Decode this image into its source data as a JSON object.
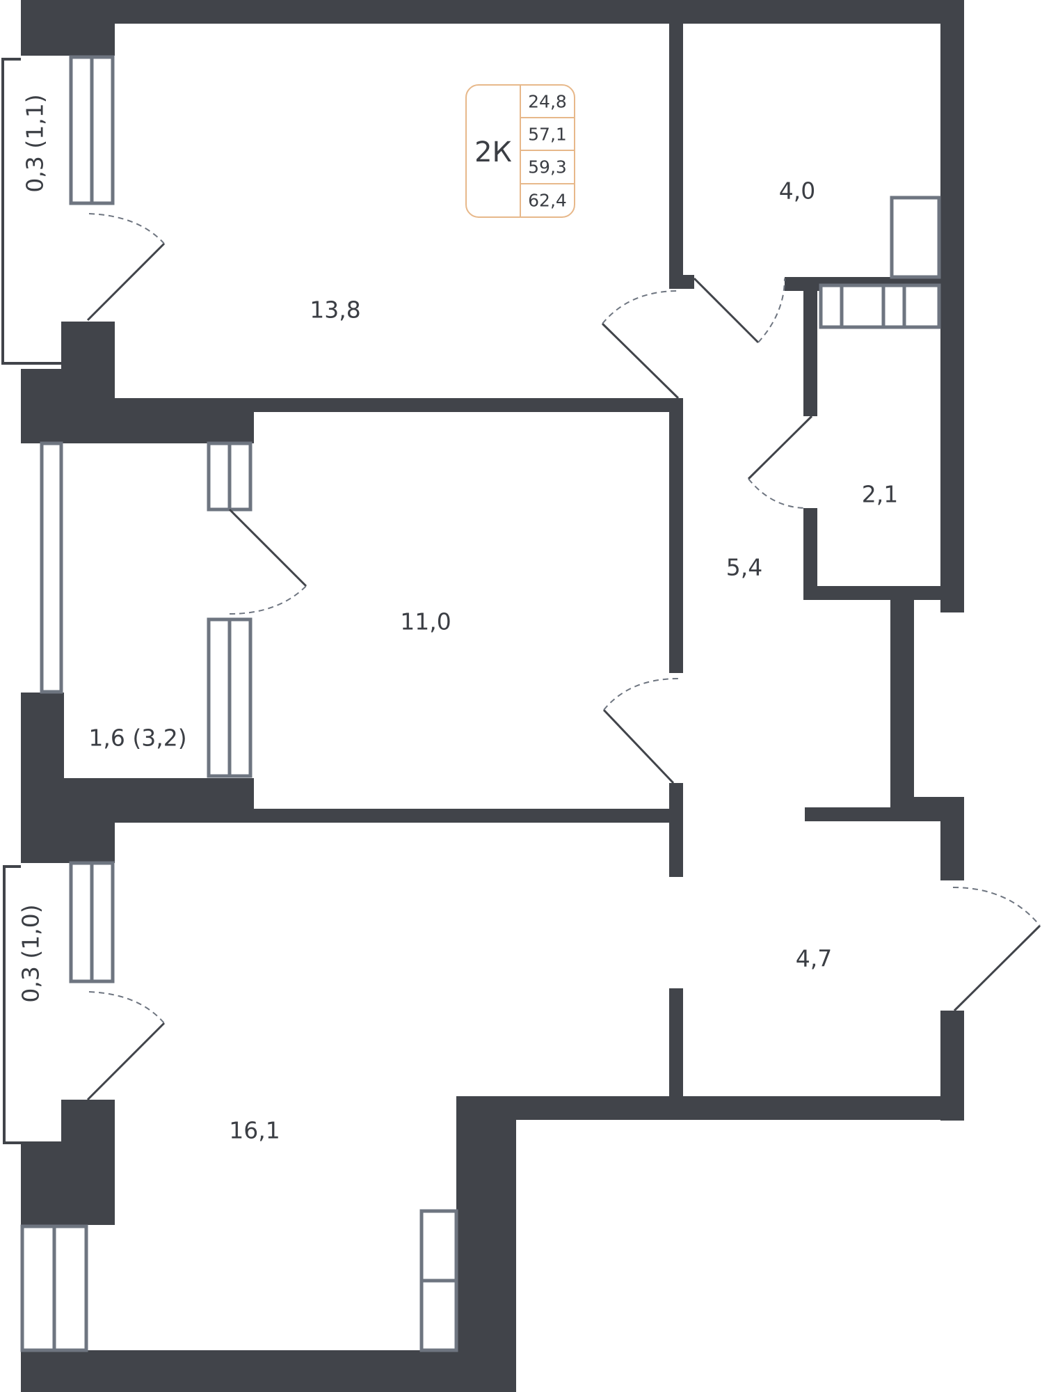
{
  "plan": {
    "badge": {
      "type": "2К",
      "areas": [
        "24,8",
        "57,1",
        "59,3",
        "62,4"
      ]
    },
    "rooms": {
      "living_room": "13,8",
      "bathroom": "4,0",
      "toilet": "2,1",
      "bedroom": "11,0",
      "hallway": "5,4",
      "loggia": "1,6 (3,2)",
      "entrance_hall": "4,7",
      "kitchen_living": "16,1",
      "balcony_top": "0,3 (1,1)",
      "balcony_bottom": "0,3 (1,0)"
    }
  }
}
